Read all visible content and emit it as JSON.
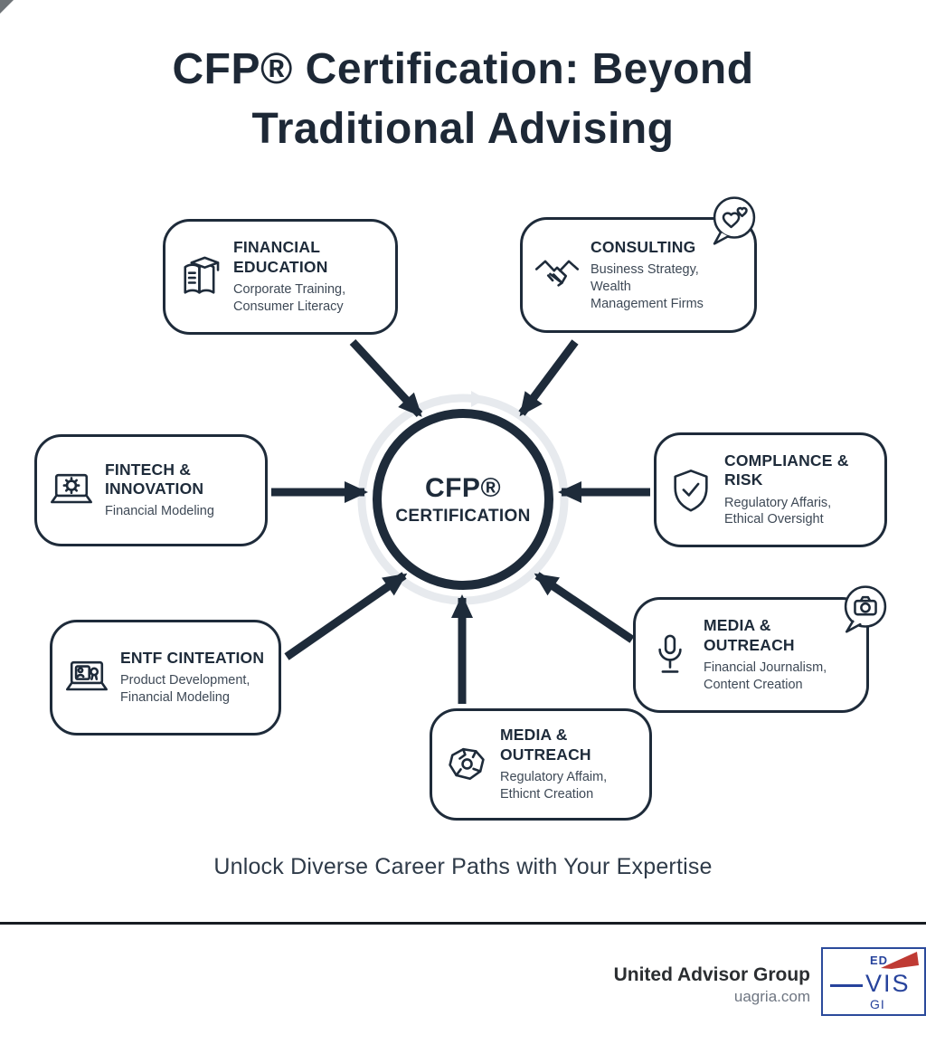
{
  "title": "CFP® Certification: Beyond\nTraditional Advising",
  "center": {
    "line1": "CFP®",
    "line2": "CERTIFICATION"
  },
  "nodes": {
    "financial_education": {
      "title": "FINANCIAL\nEDUCATION",
      "subtitle": "Corporate Training,\nConsumer Literacy",
      "icon": "book-graduation-icon"
    },
    "consulting": {
      "title": "CONSULTING",
      "subtitle": "Business Strategy, Wealth\nManagement Firms",
      "icon": "handshake-icon",
      "badge_icon": "speech-bubble-hearts-icon"
    },
    "fintech": {
      "title": "FINTECH &\nINNOVATION",
      "subtitle": "Financial Modeling",
      "icon": "laptop-gear-icon"
    },
    "compliance": {
      "title": "COMPLIANCE & RISK",
      "subtitle": "Regulatory Affaris,\nEthical Oversight",
      "icon": "shield-check-icon"
    },
    "entf": {
      "title": "ENTF CINTEATION",
      "subtitle": "Product Development,\nFinancial Modeling",
      "icon": "laptop-id-card-icon"
    },
    "media_right": {
      "title": "MEDIA & OUTREACH",
      "subtitle": "Financial Journalism,\nContent Creation",
      "icon": "microphone-icon",
      "badge_icon": "speech-bubble-camera-icon"
    },
    "media_bottom": {
      "title": "MEDIA & OUTREACH",
      "subtitle": "Regulatory Affaim,\nEthicnt Creation",
      "icon": "crumpled-banknote-icon"
    }
  },
  "tagline": "Unlock Diverse Career Paths with Your Expertise",
  "footer": {
    "company": "United Advisor Group",
    "website": "uagria.com",
    "logo_lines": [
      "ED",
      "VIS",
      "GI"
    ]
  },
  "colors": {
    "navy": "#1e2b3a",
    "subtitle_gray": "#3e4956",
    "ring_gray": "#e7eaee",
    "logo_blue": "#27439c",
    "logo_red": "#bf3a33"
  }
}
